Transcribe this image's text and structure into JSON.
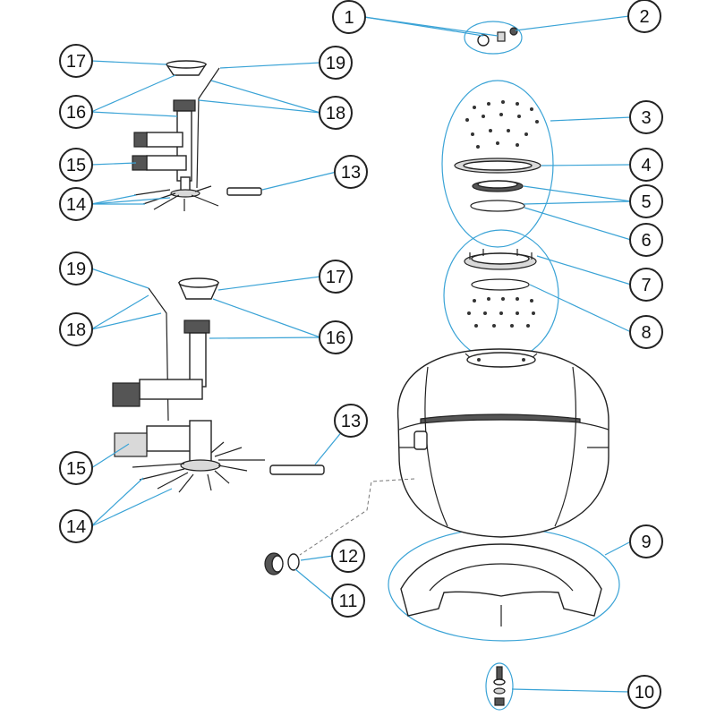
{
  "diagram": {
    "labels": [
      "1",
      "2",
      "3",
      "4",
      "5",
      "6",
      "7",
      "8",
      "9",
      "10",
      "11",
      "12",
      "13",
      "14",
      "15",
      "16",
      "17",
      "18",
      "19"
    ],
    "leader_color": "#3aa3d6",
    "outline_color": "#222222"
  }
}
